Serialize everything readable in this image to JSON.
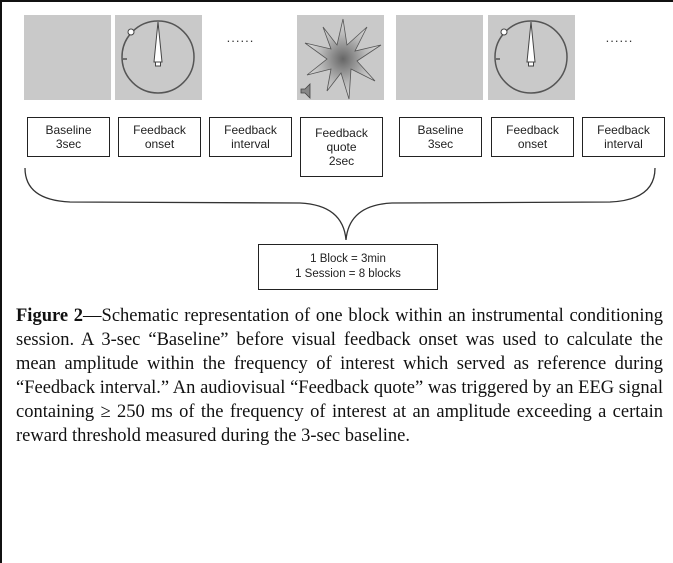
{
  "figure": {
    "ellipsis": "......",
    "phase_boxes": [
      {
        "label": "Baseline\n3sec"
      },
      {
        "label": "Feedback\nonset"
      },
      {
        "label": "Feedback\ninterval"
      },
      {
        "label": "Feedback\nquote\n2sec"
      },
      {
        "label": "Baseline\n3sec"
      },
      {
        "label": "Feedback\nonset"
      },
      {
        "label": "Feedback\ninterval"
      }
    ],
    "summary": {
      "line1": "1 Block = 3min",
      "line2": "1 Session = 8 blocks"
    }
  },
  "caption": {
    "label": "Figure 2",
    "text": "—Schematic representation of one block within an instrumental conditioning session. A 3-sec “Baseline” before visual feedback onset was used to calculate the mean amplitude within the frequency of interest which served as reference during “Feedback interval.” An audiovisual “Feedback quote” was triggered by an EEG signal containing ≥ 250 ms of the frequency of interest at an amplitude exceeding a certain reward threshold measured during the 3-sec baseline."
  },
  "colors": {
    "panel_gray": "#c9c9c9",
    "line": "#222222"
  }
}
